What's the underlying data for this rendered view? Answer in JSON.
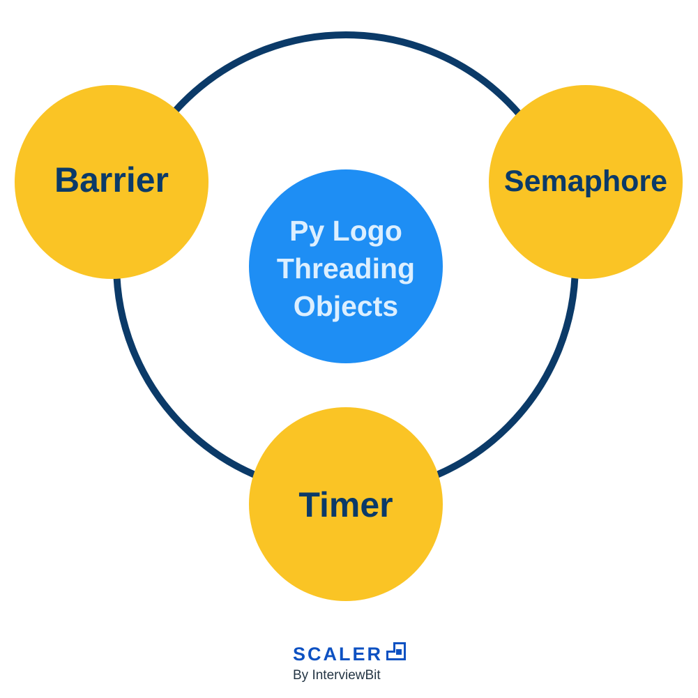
{
  "colors": {
    "ring": "#0b3a68",
    "outer_node_fill": "#fac425",
    "outer_node_text": "#0b3a68",
    "center_node_fill": "#1e8ef4",
    "center_node_text": "#dcefff",
    "brand_blue": "#0d51c2",
    "brand_sub_text": "#243544"
  },
  "diagram": {
    "center": {
      "lines": [
        "Py Logo",
        "Threading",
        "Objects"
      ]
    },
    "nodes": {
      "barrier": {
        "label": "Barrier"
      },
      "semaphore": {
        "label": "Semaphore"
      },
      "timer": {
        "label": "Timer"
      }
    }
  },
  "brand": {
    "name": "SCALER",
    "tagline": "By InterviewBit",
    "logo_icon": "scaler-logo-icon"
  }
}
